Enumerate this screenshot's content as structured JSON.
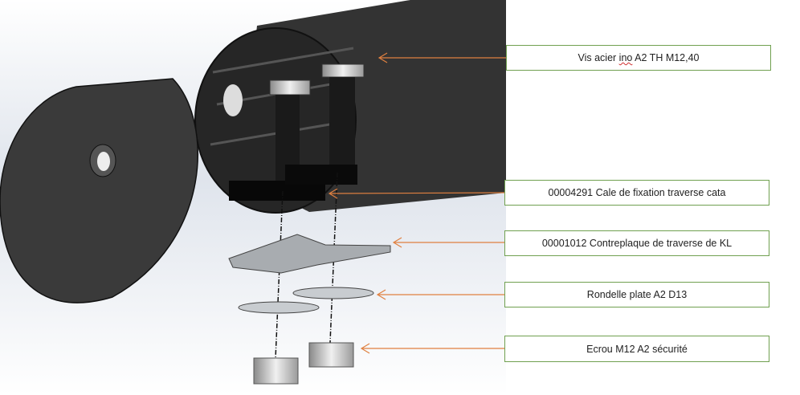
{
  "labels": [
    {
      "pre": "Vis acier ",
      "misspelled": "ino",
      "post": " A2 TH M12,40"
    },
    {
      "text": "00004291 Cale de fixation traverse cata"
    },
    {
      "text": "00001012 Contreplaque de traverse de KL"
    },
    {
      "text": "Rondelle plate A2 D13"
    },
    {
      "text": "Ecrou M12 A2 sécurité"
    }
  ],
  "colors": {
    "leader": "#e08040",
    "box_border": "#70a050",
    "part": "#2e2e2e"
  }
}
